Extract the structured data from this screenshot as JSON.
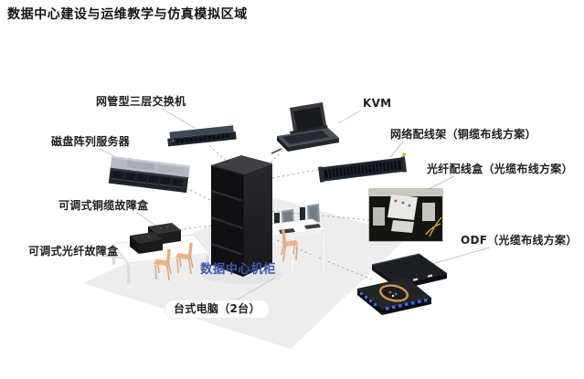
{
  "title": "数据中心建设与运维教学与仿真模拟区域",
  "labels": {
    "switch": "网管型三层交换机",
    "kvm": "KVM",
    "disk_array_server": "磁盘阵列服务器",
    "copper_patch_panel": "网络配线架（铜缆布线方案）",
    "fiber_patch_box": "光纤配线盒（光缆布线方案）",
    "adjustable_copper_fault_box": "可调式铜缆故障盒",
    "adjustable_fiber_fault_box": "可调式光纤故障盒",
    "odf": "ODF（光缆布线方案）",
    "cabinet": "数据中心机柜",
    "desktop_pc": "台式电脑（2台）"
  },
  "colors": {
    "title_text": "#141414",
    "label_text": "#1e1e1e",
    "cabinet_label_text": "#3f57ab",
    "floor": "#ededed",
    "connector_line": "#b5b5b5",
    "rack_body": "#141416",
    "chair_wood": "#e5ae83",
    "fiber_yellow": "#d8b23c",
    "odf_adapter_blue": "#3f6bd6"
  }
}
